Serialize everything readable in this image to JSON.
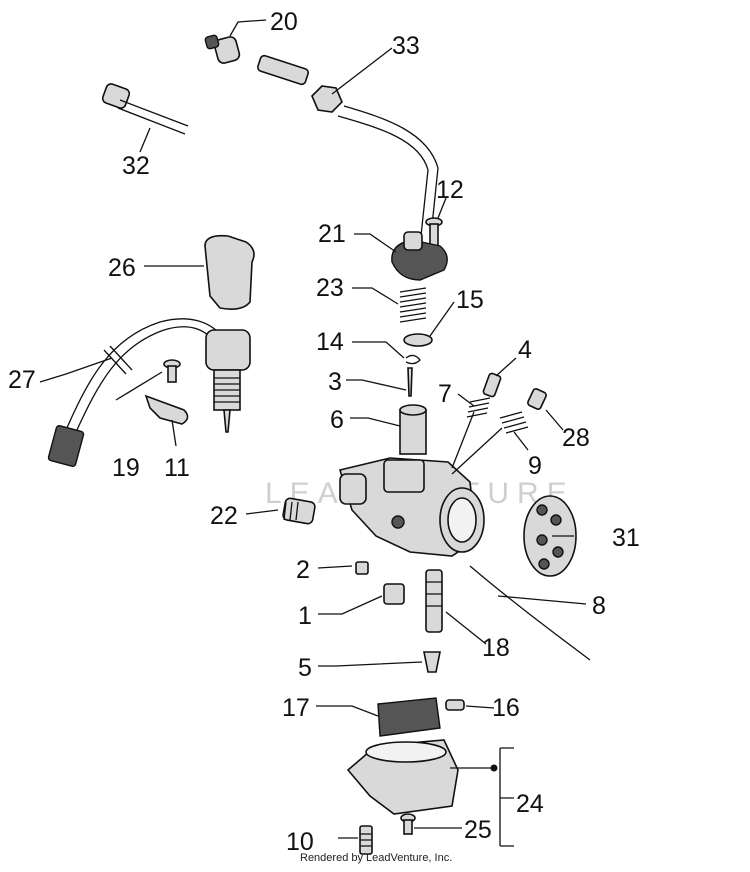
{
  "watermark": "LEADVENTURE",
  "credit": "Rendered by LeadVenture, Inc.",
  "labels": {
    "p1": "1",
    "p2": "2",
    "p3": "3",
    "p4": "4",
    "p5": "5",
    "p6": "6",
    "p7": "7",
    "p8": "8",
    "p9": "9",
    "p10": "10",
    "p11": "11",
    "p12": "12",
    "p14": "14",
    "p15": "15",
    "p16": "16",
    "p17": "17",
    "p18": "18",
    "p19": "19",
    "p20": "20",
    "p21": "21",
    "p22": "22",
    "p23": "23",
    "p24": "24",
    "p25": "25",
    "p26": "26",
    "p27": "27",
    "p28": "28",
    "p31": "31",
    "p32": "32",
    "p33": "33"
  }
}
